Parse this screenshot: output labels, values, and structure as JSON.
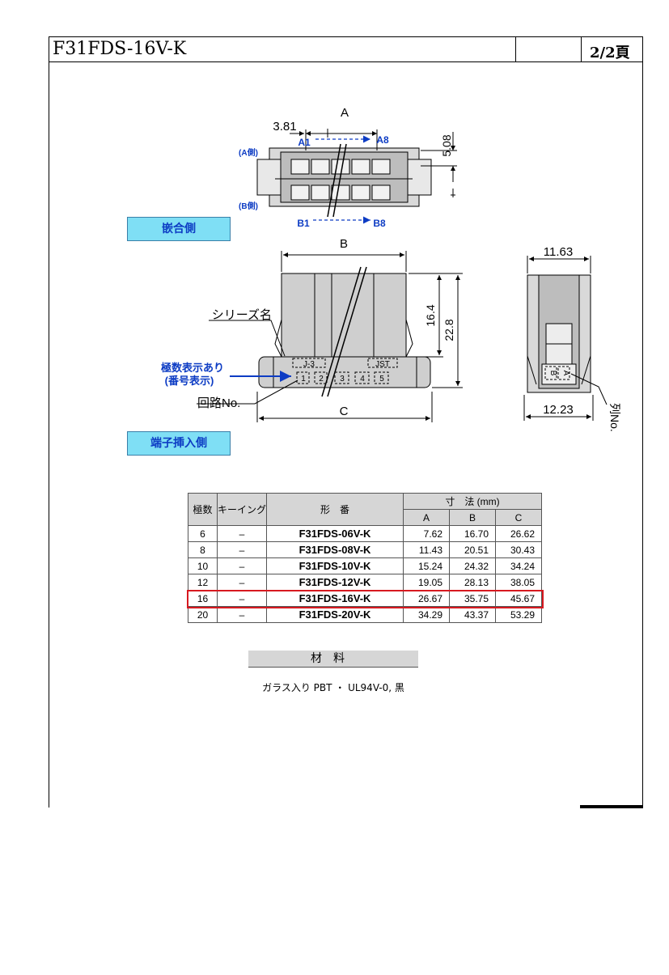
{
  "header": {
    "title": "F31FDS-16V-K",
    "page": "2/2頁"
  },
  "drawing": {
    "labels": {
      "dim_a": "A",
      "pitch": "3.81",
      "a1": "A1",
      "a8": "A8",
      "side_a": "(A側)",
      "side_b": "(B側)",
      "b1": "B1",
      "b8": "B8",
      "dim_5_08": "5.08",
      "dim_b": "B",
      "dim_11_63": "11.63",
      "series_name": "シリーズ名",
      "dim_16_4": "16.4",
      "dim_22_8": "22.8",
      "pole_display_1": "極数表示あり",
      "pole_display_2": "(番号表示)",
      "circuit_no": "回路No.",
      "dim_c": "C",
      "dim_12_23": "12.23",
      "row_no": "列No.",
      "j3": "J-3",
      "jst": "JST",
      "n1": "1",
      "n2": "2",
      "n3": "3",
      "n4": "4",
      "n5": "5",
      "row_b": "B",
      "row_a": "A"
    },
    "badges": {
      "mating_side": "嵌合側",
      "terminal_side": "端子挿入側"
    }
  },
  "table": {
    "headers": {
      "poles": "極数",
      "keying": "キーイング",
      "model": "形　番",
      "dims": "寸　法 (mm)",
      "a": "A",
      "b": "B",
      "c": "C"
    },
    "rows": [
      {
        "poles": "6",
        "keying": "–",
        "model": "F31FDS-06V-K",
        "a": "7.62",
        "b": "16.70",
        "c": "26.62"
      },
      {
        "poles": "8",
        "keying": "–",
        "model": "F31FDS-08V-K",
        "a": "11.43",
        "b": "20.51",
        "c": "30.43"
      },
      {
        "poles": "10",
        "keying": "–",
        "model": "F31FDS-10V-K",
        "a": "15.24",
        "b": "24.32",
        "c": "34.24"
      },
      {
        "poles": "12",
        "keying": "–",
        "model": "F31FDS-12V-K",
        "a": "19.05",
        "b": "28.13",
        "c": "38.05"
      },
      {
        "poles": "16",
        "keying": "–",
        "model": "F31FDS-16V-K",
        "a": "26.67",
        "b": "35.75",
        "c": "45.67"
      },
      {
        "poles": "20",
        "keying": "–",
        "model": "F31FDS-20V-K",
        "a": "34.29",
        "b": "43.37",
        "c": "53.29"
      }
    ],
    "highlight_color": "#d71920"
  },
  "material": {
    "heading": "材料",
    "text": "ガラス入り PBT ・ UL94V-0, 黒"
  }
}
